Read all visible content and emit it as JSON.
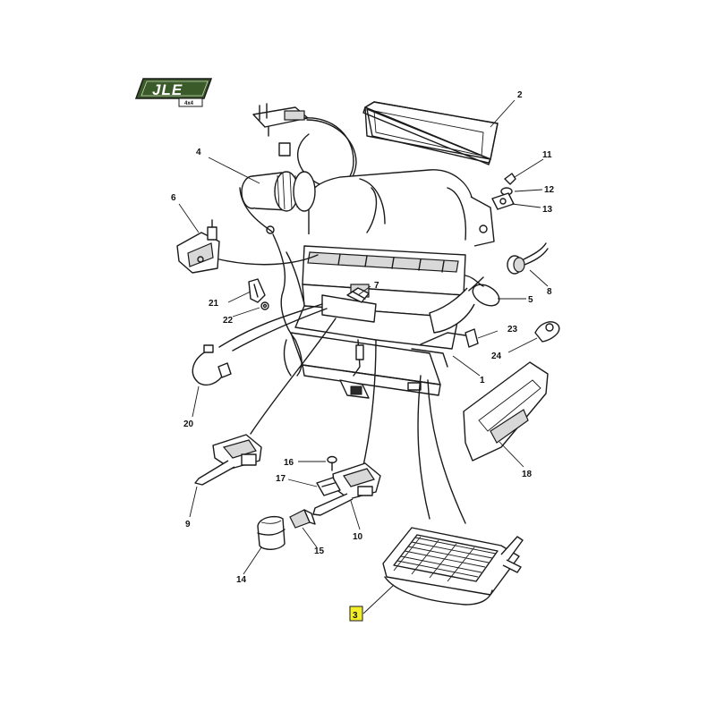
{
  "logo": {
    "text": "JLE",
    "sub": "4x4"
  },
  "callouts": [
    {
      "id": "1",
      "highlighted": false
    },
    {
      "id": "2",
      "highlighted": false
    },
    {
      "id": "3",
      "highlighted": true
    },
    {
      "id": "4",
      "highlighted": false
    },
    {
      "id": "5",
      "highlighted": false
    },
    {
      "id": "6",
      "highlighted": false
    },
    {
      "id": "7",
      "highlighted": false
    },
    {
      "id": "8",
      "highlighted": false
    },
    {
      "id": "9",
      "highlighted": false
    },
    {
      "id": "10",
      "highlighted": false
    },
    {
      "id": "11",
      "highlighted": false
    },
    {
      "id": "12",
      "highlighted": false
    },
    {
      "id": "13",
      "highlighted": false
    },
    {
      "id": "14",
      "highlighted": false
    },
    {
      "id": "15",
      "highlighted": false
    },
    {
      "id": "16",
      "highlighted": false
    },
    {
      "id": "17",
      "highlighted": false
    },
    {
      "id": "18",
      "highlighted": false
    },
    {
      "id": "20",
      "highlighted": false
    },
    {
      "id": "21",
      "highlighted": false
    },
    {
      "id": "22",
      "highlighted": false
    },
    {
      "id": "23",
      "highlighted": false
    },
    {
      "id": "24",
      "highlighted": false
    }
  ],
  "colors": {
    "highlight": "#f2ee2a",
    "logo_green": "#3b5a2a",
    "ink": "#1a1a1a"
  }
}
